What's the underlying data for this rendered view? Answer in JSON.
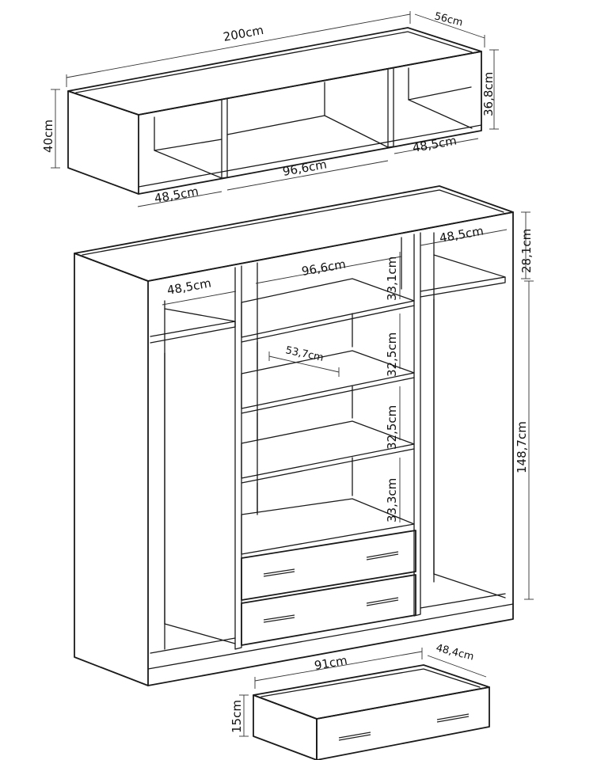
{
  "labels": {
    "top_width": "200cm",
    "top_depth": "56cm",
    "top_height": "40cm",
    "top_inner_height": "36,8cm",
    "top_left_compartment": "48,5cm",
    "top_center_compartment": "96,6cm",
    "top_right_compartment": "48,5cm",
    "main_right_compartment": "48,5cm",
    "main_top_section_height": "28,1cm",
    "main_center_width": "96,6cm",
    "main_left_compartment": "48,5cm",
    "shelf_1_height": "33,1cm",
    "shelf_2_height": "32,5cm",
    "shelf_depth": "53,7cm",
    "shelf_3_height": "32,5cm",
    "shelf_4_height": "33,3cm",
    "main_lower_height": "148,7cm",
    "drawer_width": "91cm",
    "drawer_depth": "48,4cm",
    "drawer_height": "15cm"
  }
}
